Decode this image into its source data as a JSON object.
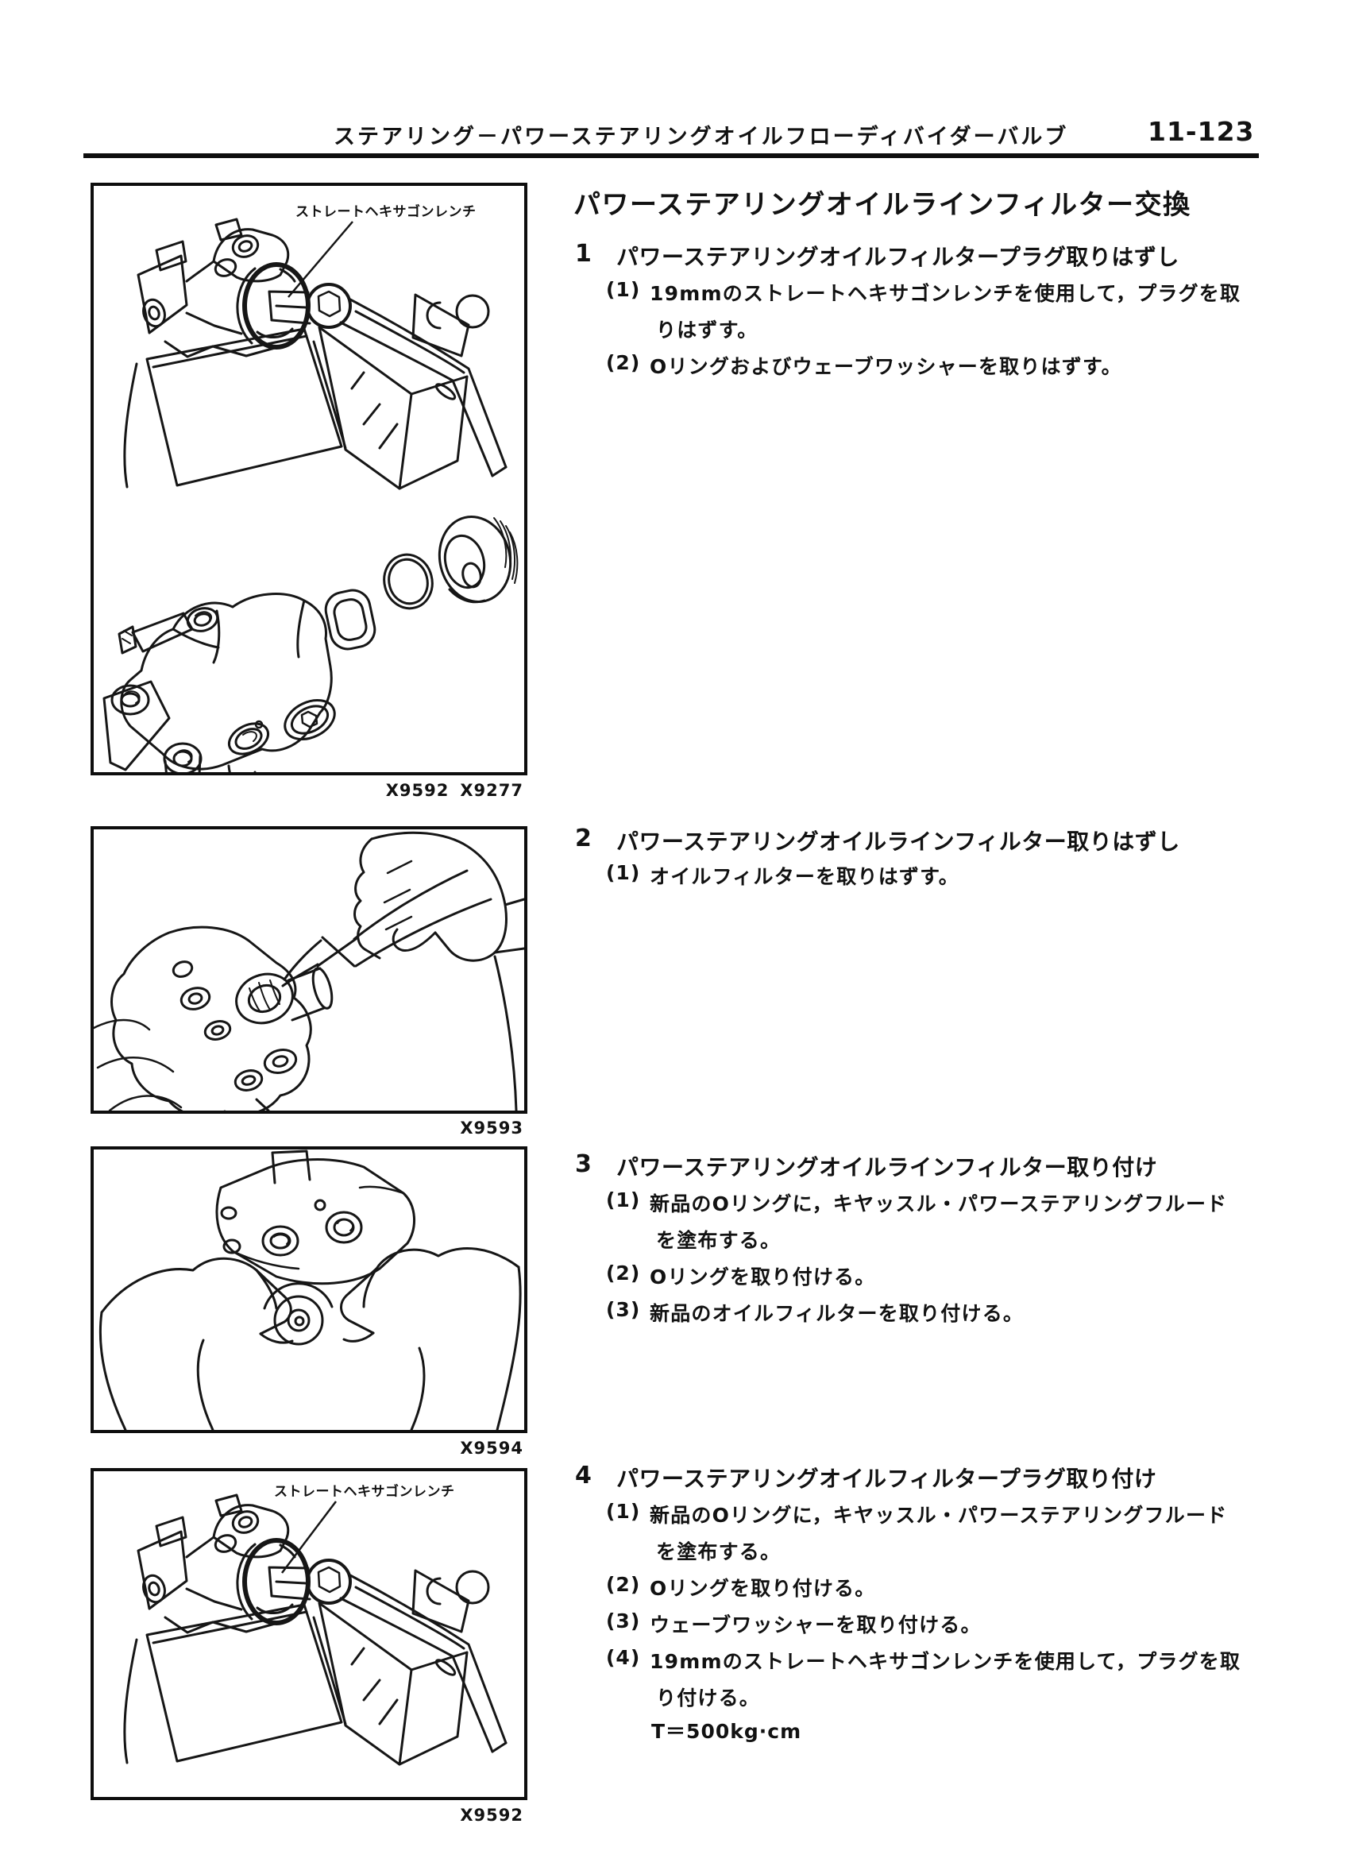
{
  "page": {
    "header": "ステアリング－パワーステアリングオイルフローディバイダーバルブ",
    "page_number": "11-123"
  },
  "title": "パワーステアリングオイルラインフィルター交換",
  "figures": [
    {
      "label": "ストレートヘキサゴンレンチ",
      "codes": [
        "X9592",
        "X9277"
      ]
    },
    {
      "codes": [
        "X9593"
      ]
    },
    {
      "codes": [
        "X9594"
      ]
    },
    {
      "label": "ストレートヘキサゴンレンチ",
      "codes": [
        "X9592"
      ]
    }
  ],
  "steps": [
    {
      "num": "1",
      "title": "パワーステアリングオイルフィルタープラグ取りはずし",
      "items": [
        {
          "label": "(1)",
          "lines": [
            "19mmのストレートヘキサゴンレンチを使用して，プラグを取",
            "りはずす。"
          ]
        },
        {
          "label": "(2)",
          "lines": [
            "Oリングおよびウェーブワッシャーを取りはずす。"
          ]
        }
      ]
    },
    {
      "num": "2",
      "title": "パワーステアリングオイルラインフィルター取りはずし",
      "items": [
        {
          "label": "(1)",
          "lines": [
            "オイルフィルターを取りはずす。"
          ]
        }
      ]
    },
    {
      "num": "3",
      "title": "パワーステアリングオイルラインフィルター取り付け",
      "items": [
        {
          "label": "(1)",
          "lines": [
            "新品のOリングに，キヤッスル・パワーステアリングフルード",
            "を塗布する。"
          ]
        },
        {
          "label": "(2)",
          "lines": [
            "Oリングを取り付ける。"
          ]
        },
        {
          "label": "(3)",
          "lines": [
            "新品のオイルフィルターを取り付ける。"
          ]
        }
      ]
    },
    {
      "num": "4",
      "title": "パワーステアリングオイルフィルタープラグ取り付け",
      "items": [
        {
          "label": "(1)",
          "lines": [
            "新品のOリングに，キヤッスル・パワーステアリングフルード",
            "を塗布する。"
          ]
        },
        {
          "label": "(2)",
          "lines": [
            "Oリングを取り付ける。"
          ]
        },
        {
          "label": "(3)",
          "lines": [
            "ウェーブワッシャーを取り付ける。"
          ]
        },
        {
          "label": "(4)",
          "lines": [
            "19mmのストレートヘキサゴンレンチを使用して，プラグを取",
            "り付ける。"
          ]
        }
      ],
      "torque": "T＝500kg·cm"
    }
  ]
}
